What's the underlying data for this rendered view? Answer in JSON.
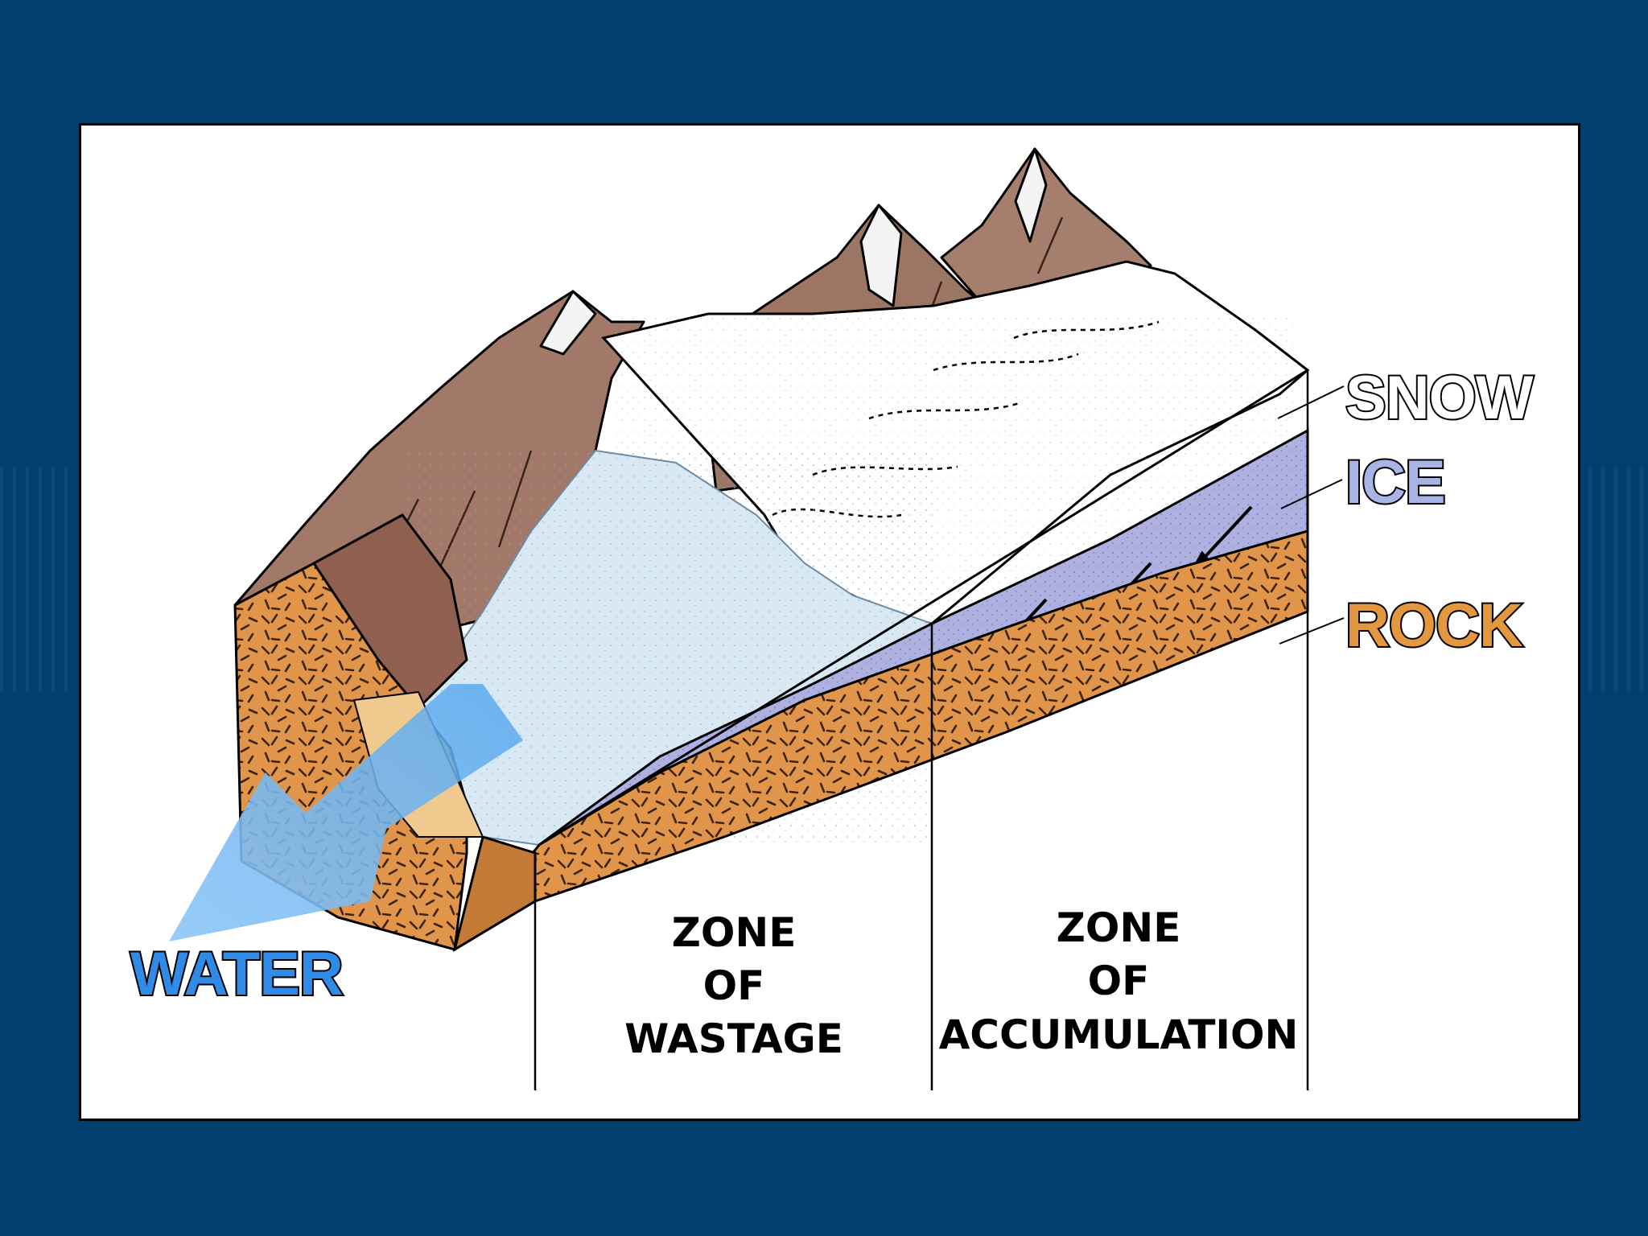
{
  "labels": {
    "snow": "SNOW",
    "ice": "ICE",
    "rock": "ROCK",
    "water": "WATER"
  },
  "zones": {
    "wastage": [
      "ZONE",
      "OF",
      "WASTAGE"
    ],
    "accumulation": [
      "ZONE",
      "OF",
      "ACCUMULATION"
    ]
  },
  "colors": {
    "background": "#003f6e",
    "snow_label": "#ffffff",
    "ice_label": "#a8b4e6",
    "rock_label": "#e3973f",
    "water_label": "#2f8be6",
    "rock": "#e0954a",
    "ice": "#aeb0e0",
    "glacier": "#d9e9f4",
    "mountain": "#a27868"
  }
}
